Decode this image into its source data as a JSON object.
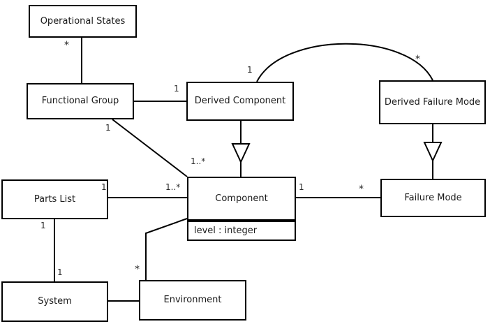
{
  "diagram": {
    "title": "UML class diagram",
    "background_color": "#ffffff",
    "line_color": "#000000",
    "classes": [
      {
        "id": "operational-states",
        "name": "Operational States"
      },
      {
        "id": "functional-group",
        "name": "Functional Group"
      },
      {
        "id": "derived-component",
        "name": "Derived Component"
      },
      {
        "id": "derived-failure-mode",
        "name": "Derived Failure Mode"
      },
      {
        "id": "parts-list",
        "name": "Parts List"
      },
      {
        "id": "component",
        "name": "Component",
        "attribute": "level : integer"
      },
      {
        "id": "failure-mode",
        "name": "Failure Mode"
      },
      {
        "id": "system",
        "name": "System"
      },
      {
        "id": "environment",
        "name": "Environment"
      }
    ],
    "multiplicities": {
      "operational_states_to_functional_group": "*",
      "functional_group_to_derived_component": "1",
      "functional_group_to_component": "1",
      "derived_component_to_derived_failure_mode_source": "1",
      "derived_component_to_derived_failure_mode_target": "*",
      "functional_group_component_end": "1..*",
      "parts_list_component_end": "1..*",
      "parts_list_end": "1",
      "component_to_failure_mode_source": "1",
      "component_to_failure_mode_target": "*",
      "parts_list_to_system": "1",
      "system_to_parts_list": "1",
      "environment_to_component": "*"
    }
  }
}
